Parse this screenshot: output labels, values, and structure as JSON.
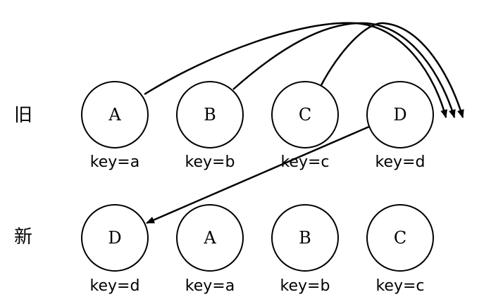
{
  "rows": {
    "old": {
      "label": "旧",
      "nodes": [
        {
          "letter": "A",
          "key": "key=a"
        },
        {
          "letter": "B",
          "key": "key=b"
        },
        {
          "letter": "C",
          "key": "key=c"
        },
        {
          "letter": "D",
          "key": "key=d"
        }
      ]
    },
    "new": {
      "label": "新",
      "nodes": [
        {
          "letter": "D",
          "key": "key=d"
        },
        {
          "letter": "A",
          "key": "key=a"
        },
        {
          "letter": "B",
          "key": "key=b"
        },
        {
          "letter": "C",
          "key": "key=c"
        }
      ]
    }
  },
  "colors": {
    "stroke": "#000000",
    "background": "#ffffff"
  }
}
